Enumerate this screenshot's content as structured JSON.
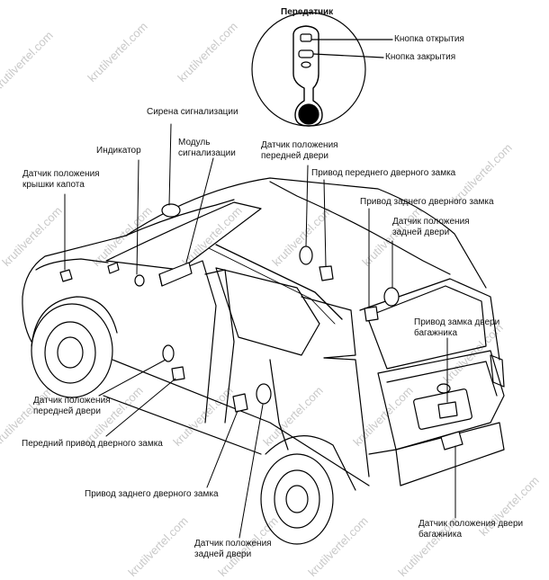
{
  "watermark": "krutilvertel.com",
  "labels": {
    "transmitter": "Передатчик",
    "open_button": "Кнопка открытия",
    "lock_button": "Кнопка закрытия",
    "alarm_siren": "Сирена сигнализации",
    "alarm_module": "Модуль\nсигнализации",
    "indicator": "Индикатор",
    "hood_sensor": "Датчик положения\nкрышки капота",
    "front_door_sensor_top": "Датчик положения\nпередней двери",
    "front_door_actuator_top": "Привод переднего дверного замка",
    "rear_door_actuator_top": "Привод заднего дверного замка",
    "rear_door_sensor_top": "Датчик положения\nзадней двери",
    "tailgate_lock_actuator": "Привод замка двери\nбагажника",
    "front_door_sensor_bottom": "Датчик положения\nпередней двери",
    "front_door_actuator_bottom": "Передний привод дверного замка",
    "rear_door_actuator_bottom": "Привод заднего дверного замка",
    "rear_door_sensor_bottom": "Датчик положения\nзадней двери",
    "tailgate_sensor": "Датчик положения двери\nбагажника"
  }
}
